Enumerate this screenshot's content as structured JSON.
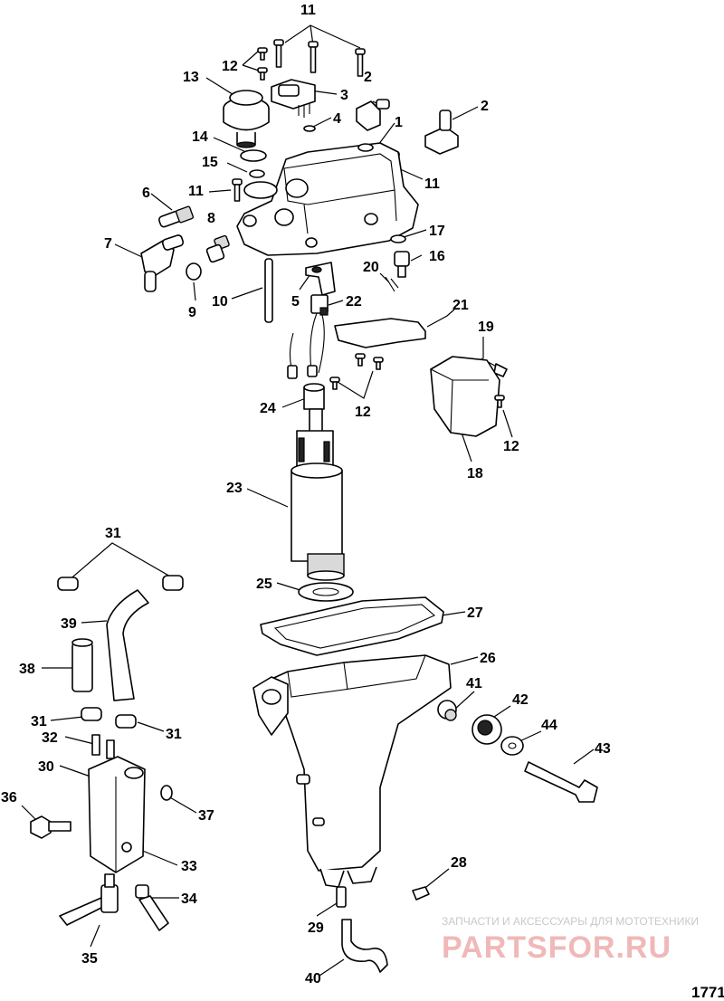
{
  "callouts": [
    {
      "id": "l11a",
      "text": "11"
    },
    {
      "id": "l12a",
      "text": "12"
    },
    {
      "id": "l13",
      "text": "13"
    },
    {
      "id": "l3",
      "text": "3"
    },
    {
      "id": "l2a",
      "text": "2"
    },
    {
      "id": "l2b",
      "text": "2"
    },
    {
      "id": "l4",
      "text": "4"
    },
    {
      "id": "l1",
      "text": "1"
    },
    {
      "id": "l14",
      "text": "14"
    },
    {
      "id": "l15",
      "text": "15"
    },
    {
      "id": "l11b",
      "text": "11"
    },
    {
      "id": "l11c",
      "text": "11"
    },
    {
      "id": "l6",
      "text": "6"
    },
    {
      "id": "l8",
      "text": "8"
    },
    {
      "id": "l17",
      "text": "17"
    },
    {
      "id": "l7",
      "text": "7"
    },
    {
      "id": "l16",
      "text": "16"
    },
    {
      "id": "l20",
      "text": "20"
    },
    {
      "id": "l9",
      "text": "9"
    },
    {
      "id": "l10",
      "text": "10"
    },
    {
      "id": "l5",
      "text": "5"
    },
    {
      "id": "l22",
      "text": "22"
    },
    {
      "id": "l21",
      "text": "21"
    },
    {
      "id": "l19",
      "text": "19"
    },
    {
      "id": "l24",
      "text": "24"
    },
    {
      "id": "l12b",
      "text": "12"
    },
    {
      "id": "l12c",
      "text": "12"
    },
    {
      "id": "l18",
      "text": "18"
    },
    {
      "id": "l23",
      "text": "23"
    },
    {
      "id": "l31a",
      "text": "31"
    },
    {
      "id": "l25",
      "text": "25"
    },
    {
      "id": "l39",
      "text": "39"
    },
    {
      "id": "l27",
      "text": "27"
    },
    {
      "id": "l38",
      "text": "38"
    },
    {
      "id": "l26",
      "text": "26"
    },
    {
      "id": "l41",
      "text": "41"
    },
    {
      "id": "l42",
      "text": "42"
    },
    {
      "id": "l31b",
      "text": "31"
    },
    {
      "id": "l31c",
      "text": "31"
    },
    {
      "id": "l44",
      "text": "44"
    },
    {
      "id": "l32",
      "text": "32"
    },
    {
      "id": "l43",
      "text": "43"
    },
    {
      "id": "l30",
      "text": "30"
    },
    {
      "id": "l36",
      "text": "36"
    },
    {
      "id": "l37",
      "text": "37"
    },
    {
      "id": "l33",
      "text": "33"
    },
    {
      "id": "l28",
      "text": "28"
    },
    {
      "id": "l34",
      "text": "34"
    },
    {
      "id": "l29",
      "text": "29"
    },
    {
      "id": "l35",
      "text": "35"
    },
    {
      "id": "l40",
      "text": "40"
    }
  ],
  "watermark": {
    "tagline": "ЗАПЧАСТИ И АКСЕССУАРЫ ДЛЯ МОТОТЕХНИКИ",
    "brand": "PARTSFOR.RU"
  },
  "diagram_code": "1771"
}
